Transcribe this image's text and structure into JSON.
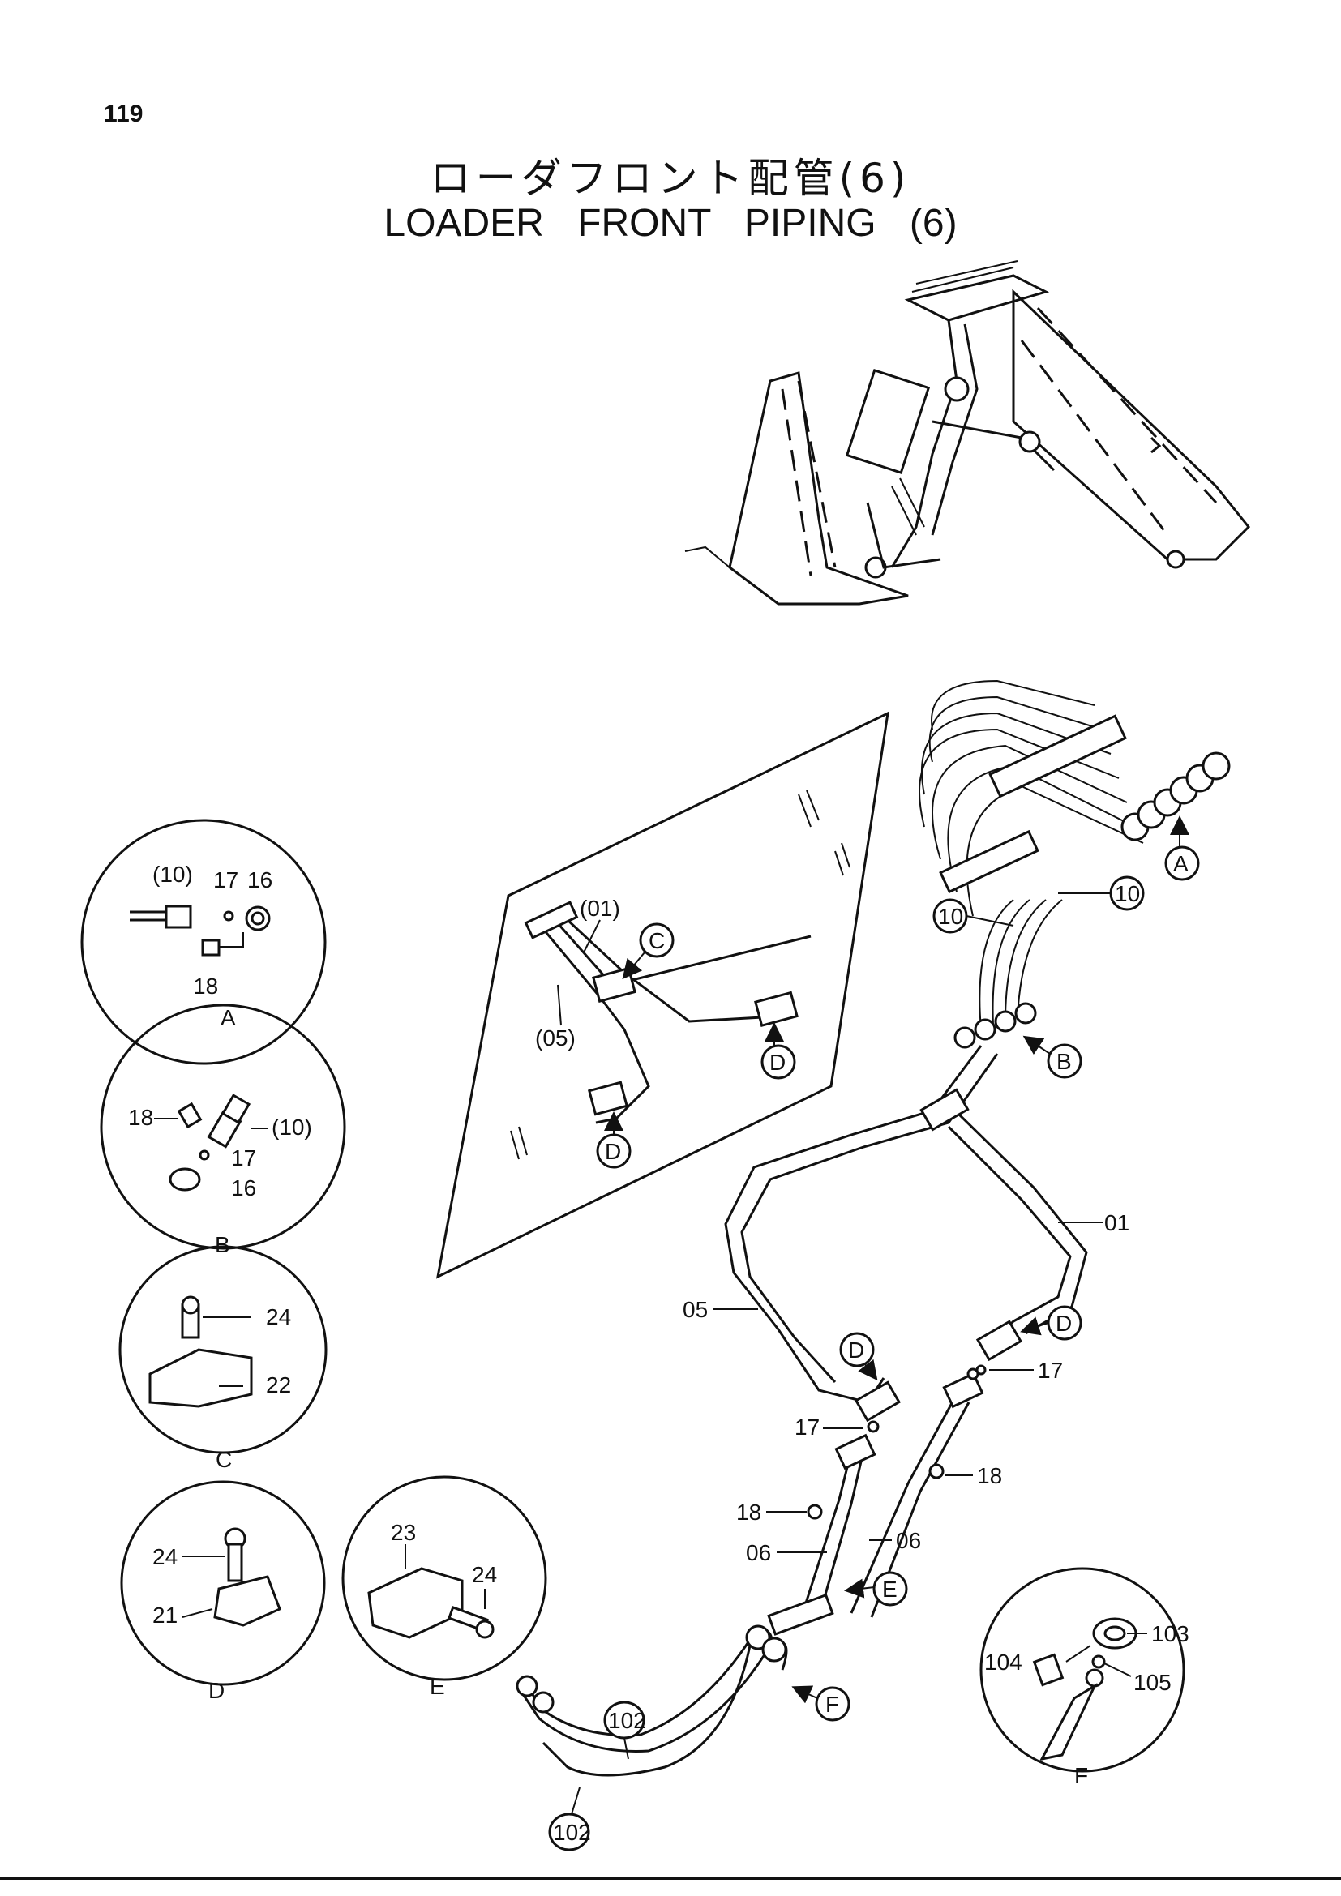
{
  "page_number": "119",
  "title_jp": "ローダフロント配管(6)",
  "title_en": "LOADER   FRONT   PIPING (6)",
  "detail_views": {
    "A": {
      "letter": "A",
      "labels": [
        "(10)",
        "17",
        "16",
        "18"
      ]
    },
    "B": {
      "letter": "B",
      "labels": [
        "18",
        "(10)",
        "17",
        "16"
      ]
    },
    "C": {
      "letter": "C",
      "labels": [
        "24",
        "22"
      ]
    },
    "D": {
      "letter": "D",
      "labels": [
        "24",
        "21"
      ]
    },
    "E": {
      "letter": "E",
      "labels": [
        "23",
        "24"
      ]
    },
    "F": {
      "letter": "F",
      "labels": [
        "103",
        "104",
        "105"
      ]
    }
  },
  "windshield_view": {
    "labels": [
      "(01)",
      "(05)"
    ],
    "callouts": [
      "C",
      "D",
      "D"
    ]
  },
  "main_view": {
    "callouts": [
      "A",
      "B",
      "D",
      "D",
      "E",
      "F"
    ],
    "circled_parts": [
      "10",
      "10",
      "102",
      "102"
    ],
    "labels": [
      "01",
      "05",
      "17",
      "17",
      "18",
      "18",
      "06",
      "06"
    ]
  }
}
